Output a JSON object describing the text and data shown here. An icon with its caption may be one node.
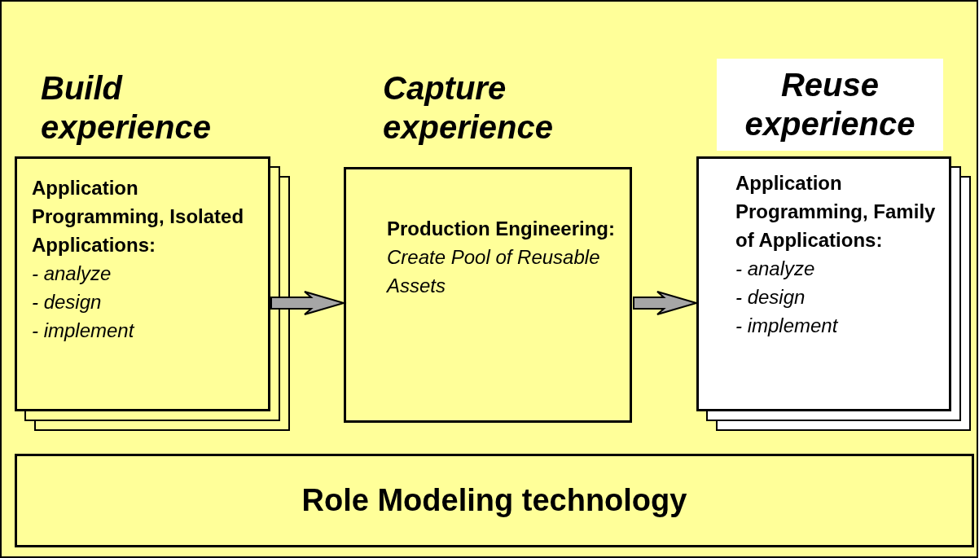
{
  "diagram": {
    "nodes": [
      {
        "text": [
          "Build experience",
          "Application Programming, Isolated Applications:",
          "- analyze",
          "- design",
          "- implement"
        ]
      },
      {
        "text": [
          "Capture experience",
          "Production Engineering:",
          "Create Pool of Reusable Assets"
        ]
      },
      {
        "text": [
          "Reuse experience",
          "Application Programming, Family of Applications:",
          "- analyze",
          "- design",
          "- implement"
        ]
      },
      {
        "text": [
          "Role Modeling technology"
        ]
      }
    ],
    "edges": [
      {
        "from": 0,
        "to": 1,
        "arrow": "to"
      },
      {
        "from": 1,
        "to": 2,
        "arrow": "to"
      }
    ]
  }
}
